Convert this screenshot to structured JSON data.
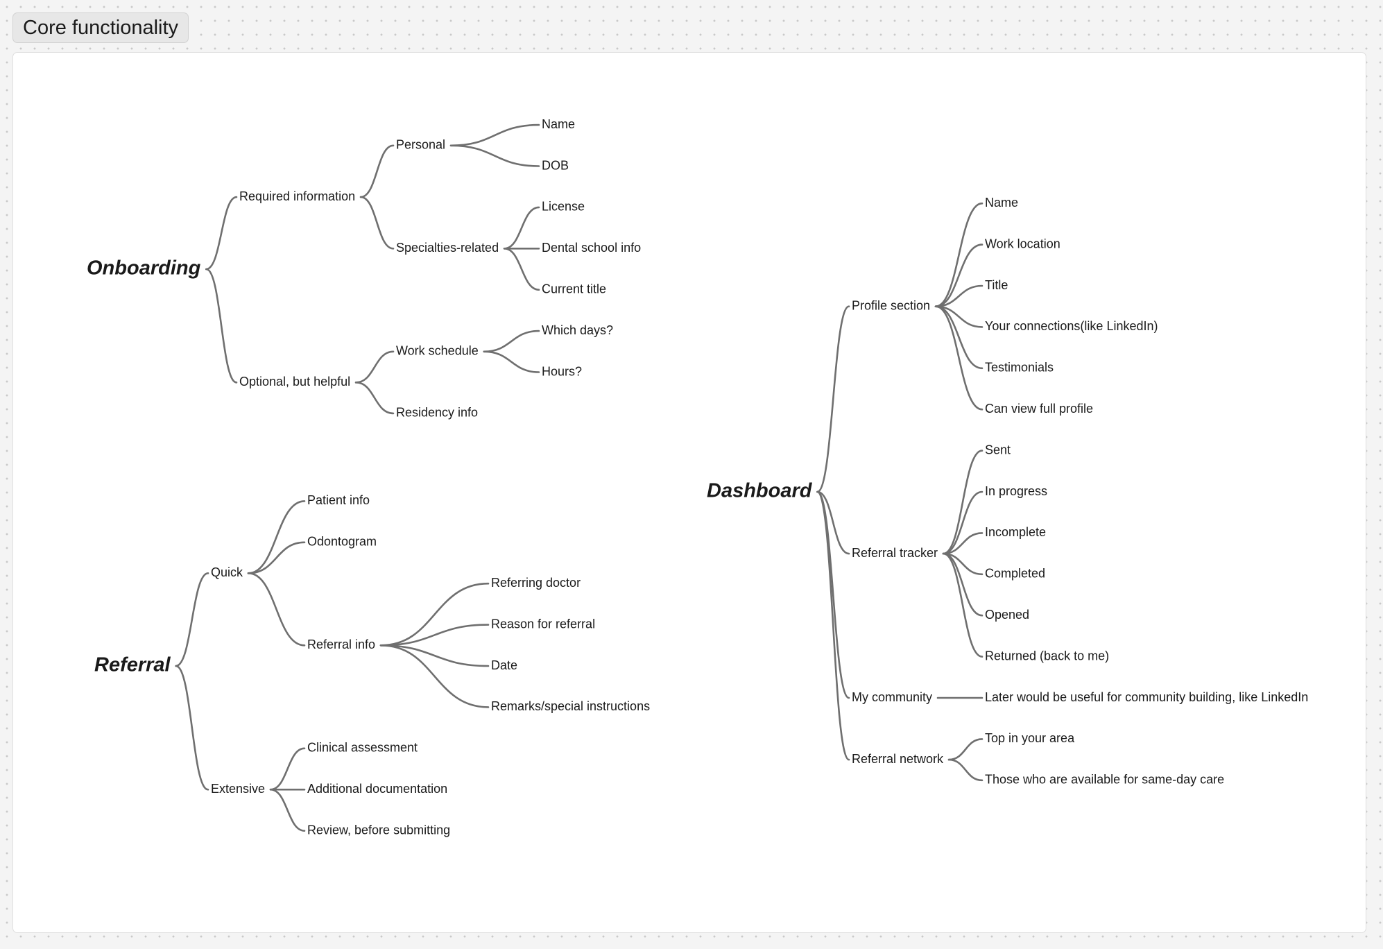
{
  "board": {
    "frame_title": "Core functionality"
  },
  "mindmaps": [
    {
      "label": "Onboarding",
      "children": [
        {
          "label": "Required information",
          "children": [
            {
              "label": "Personal",
              "children": [
                {
                  "label": "Name"
                },
                {
                  "label": "DOB"
                }
              ]
            },
            {
              "label": "Specialties-related",
              "children": [
                {
                  "label": "License"
                },
                {
                  "label": "Dental school info"
                },
                {
                  "label": "Current title"
                }
              ]
            }
          ]
        },
        {
          "label": "Optional, but helpful",
          "children": [
            {
              "label": "Work schedule",
              "children": [
                {
                  "label": "Which days?"
                },
                {
                  "label": "Hours?"
                }
              ]
            },
            {
              "label": "Residency info"
            }
          ]
        }
      ]
    },
    {
      "label": "Referral",
      "children": [
        {
          "label": "Quick",
          "children": [
            {
              "label": "Patient info"
            },
            {
              "label": "Odontogram"
            },
            {
              "label": "Referral info",
              "children": [
                {
                  "label": "Referring doctor"
                },
                {
                  "label": "Reason for referral"
                },
                {
                  "label": "Date"
                },
                {
                  "label": "Remarks/special instructions"
                }
              ]
            }
          ]
        },
        {
          "label": "Extensive",
          "children": [
            {
              "label": "Clinical assessment"
            },
            {
              "label": "Additional documentation"
            },
            {
              "label": "Review, before submitting"
            }
          ]
        }
      ]
    },
    {
      "label": "Dashboard",
      "children": [
        {
          "label": "Profile section",
          "children": [
            {
              "label": "Name"
            },
            {
              "label": "Work location"
            },
            {
              "label": "Title"
            },
            {
              "label": "Your connections(like LinkedIn)"
            },
            {
              "label": "Testimonials"
            },
            {
              "label": "Can view full profile"
            }
          ]
        },
        {
          "label": "Referral tracker",
          "children": [
            {
              "label": "Sent"
            },
            {
              "label": "In progress"
            },
            {
              "label": "Incomplete"
            },
            {
              "label": "Completed"
            },
            {
              "label": "Opened"
            },
            {
              "label": "Returned (back to me)"
            }
          ]
        },
        {
          "label": "My community",
          "children": [
            {
              "label": "Later would be useful for community building, like LinkedIn"
            }
          ]
        },
        {
          "label": "Referral network",
          "children": [
            {
              "label": "Top in your area"
            },
            {
              "label": "Those who are available for same-day care"
            }
          ]
        }
      ]
    }
  ]
}
